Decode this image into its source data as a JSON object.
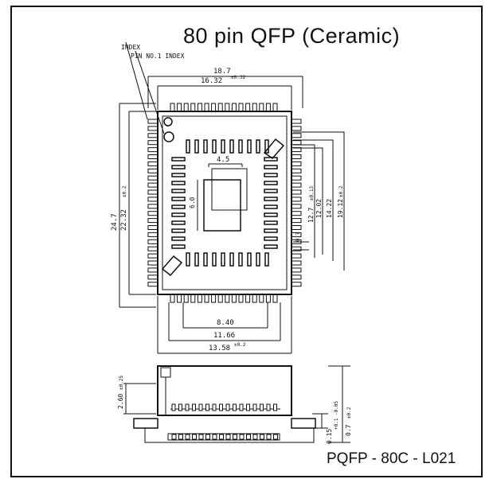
{
  "title": "80 pin QFP (Ceramic)",
  "package_code": "PQFP - 80C - L021",
  "labels": {
    "index": "INDEX",
    "pin1_index": "PIN NO.1 INDEX"
  },
  "top_view": {
    "dim_top_outer": "18.7",
    "dim_top_inner": "16.32",
    "dim_top_inner_tol": "±0.32",
    "dim_die_width": "4.5",
    "dim_die_height": "6.0",
    "dim_left_outer": "24.7",
    "dim_left_inner": "22.32",
    "dim_left_inner_tol": "±0.2",
    "dim_right_1": "12.7",
    "dim_right_1_tol": "±0.13",
    "dim_right_2": "12.02",
    "dim_right_3": "14.22",
    "dim_right_4": "19.12",
    "dim_right_4_tol": "±0.2",
    "dim_pitch": "0.7",
    "dim_bottom_1": "8.40",
    "dim_bottom_2": "11.66",
    "dim_bottom_3": "13.58",
    "dim_bottom_3_tol": "±0.2"
  },
  "side_view": {
    "dim_height": "2.60",
    "dim_height_tol": "±0.25",
    "dim_lead": "0.15",
    "dim_lead_tol": "+0.1 -0.05",
    "dim_standoff": "0.7",
    "dim_standoff_tol": "±0.2"
  }
}
